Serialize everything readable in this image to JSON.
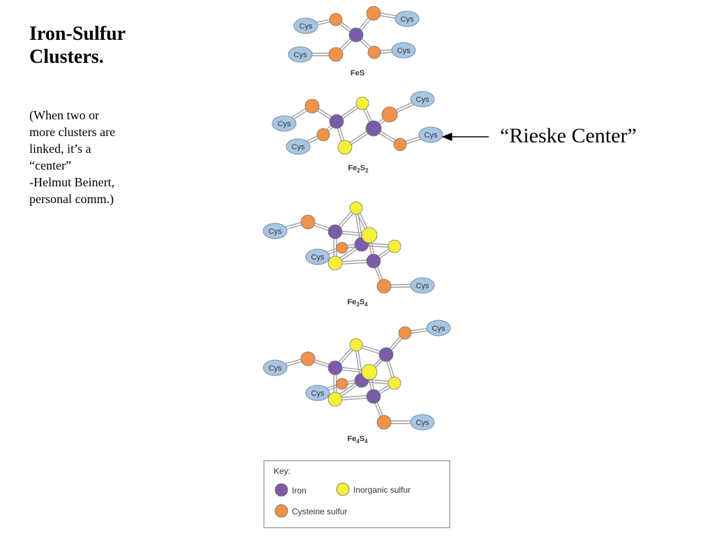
{
  "heading": {
    "line1": "Iron-Sulfur",
    "line2": "Clusters."
  },
  "note": {
    "lines": [
      "(When two or",
      "more clusters are",
      "linked, it’s a",
      "“center”",
      "-Helmut Beinert,",
      "personal comm.)"
    ]
  },
  "callout": {
    "label": "“Rieske Center”"
  },
  "atom_label": "Cys",
  "clusters": [
    {
      "id": "fes",
      "formula": "FeS"
    },
    {
      "id": "fe2s2",
      "formula": "Fe2S2"
    },
    {
      "id": "fe3s4",
      "formula": "Fe3S4"
    },
    {
      "id": "fe4s4",
      "formula": "Fe4S4"
    }
  ],
  "key": {
    "title": "Key:",
    "iron": "Iron",
    "inorganic_sulfur": "Inorganic sulfur",
    "cysteine_sulfur": "Cysteine sulfur"
  },
  "colors": {
    "iron": "#7a5ca8",
    "inorganic_sulfur": "#f5ef3a",
    "cysteine_sulfur": "#f0924a",
    "cys": "#a8c6e2",
    "bond": "#999999"
  }
}
